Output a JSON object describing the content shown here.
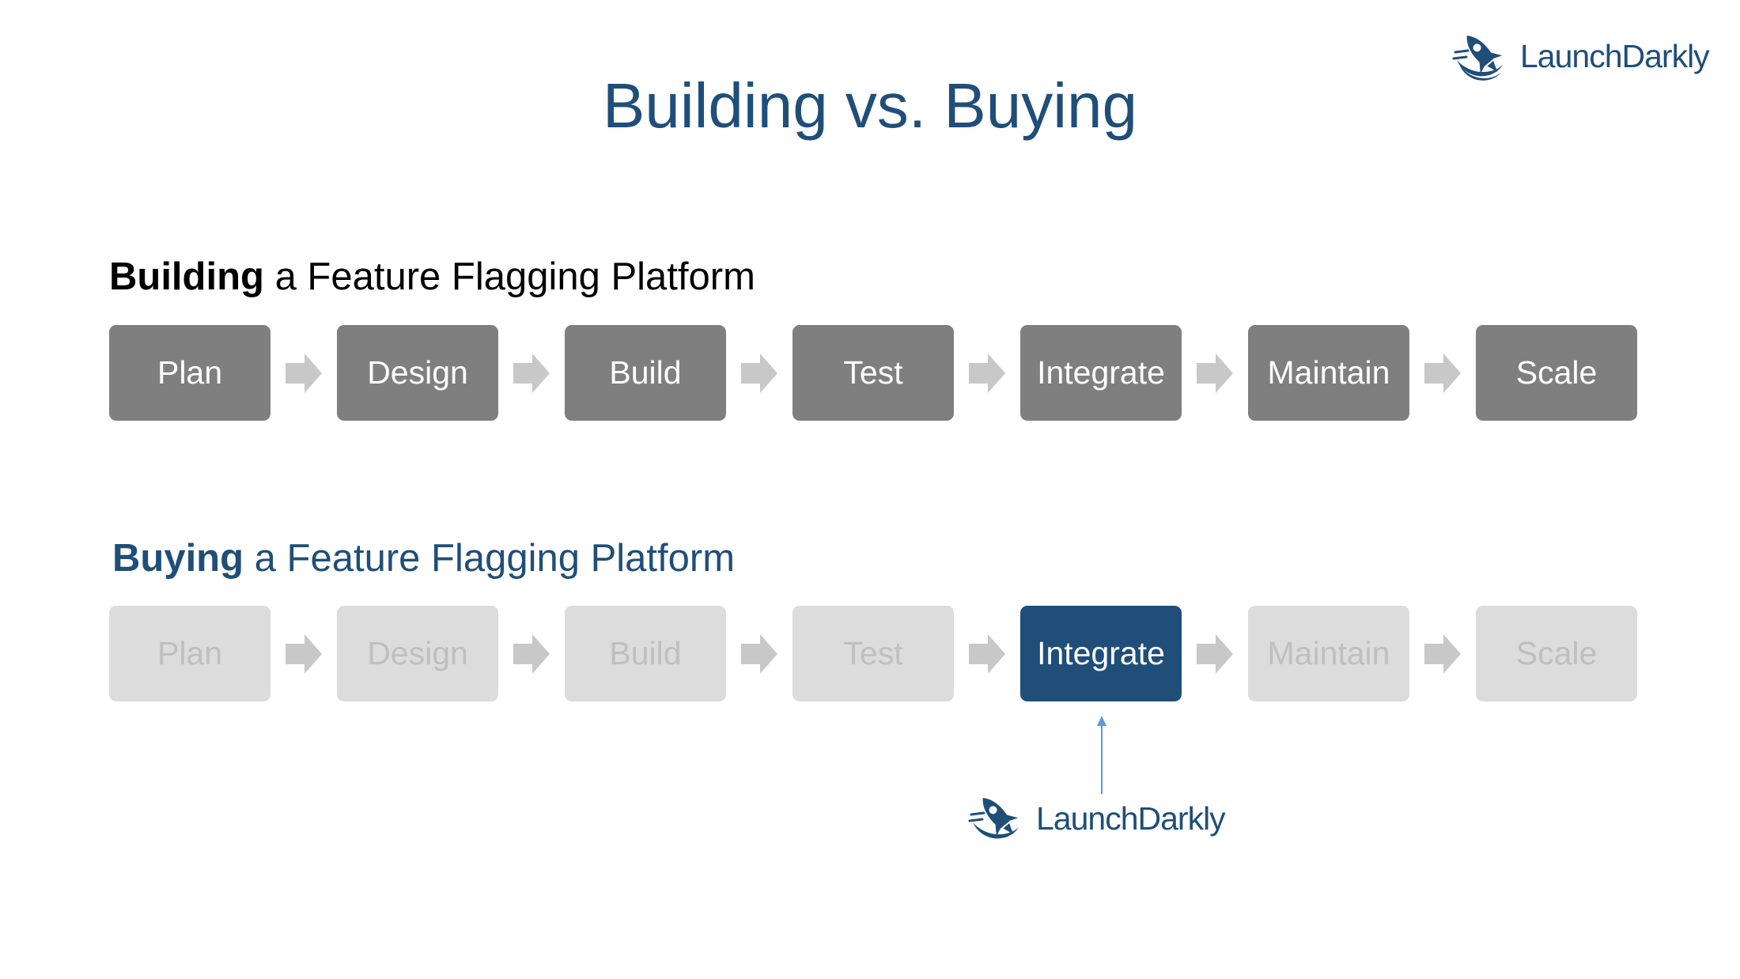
{
  "logo": {
    "text": "LaunchDarkly",
    "icon": "rocket-icon",
    "color": "#1f4e79"
  },
  "title": "Building vs. Buying",
  "building": {
    "title_bold": "Building",
    "title_rest": " a Feature Flagging Platform",
    "steps": [
      "Plan",
      "Design",
      "Build",
      "Test",
      "Integrate",
      "Maintain",
      "Scale"
    ],
    "box_color": "#7f7f7f"
  },
  "buying": {
    "title_bold": "Buying",
    "title_rest": " a Feature Flagging Platform",
    "steps": [
      "Plan",
      "Design",
      "Build",
      "Test",
      "Integrate",
      "Maintain",
      "Scale"
    ],
    "highlighted_step": "Integrate",
    "highlight_color": "#1f4e79",
    "faded_color": "#dcdcdc"
  },
  "arrow_color": "#c8c8c8"
}
